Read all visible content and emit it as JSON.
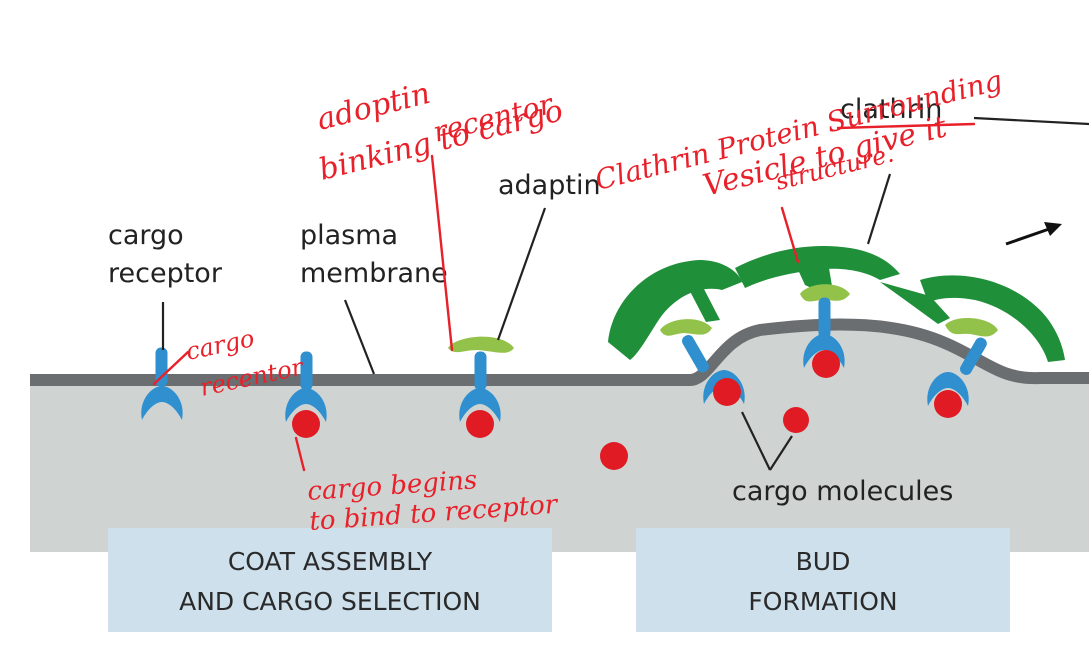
{
  "labels": {
    "cargo_receptor": [
      "cargo",
      "receptor"
    ],
    "plasma_membrane": [
      "plasma",
      "membrane"
    ],
    "adaptin": "adaptin",
    "clathrin": "clathrin",
    "cargo_molecules": "cargo molecules"
  },
  "stages": [
    {
      "lines": [
        "COAT ASSEMBLY",
        "AND CARGO SELECTION"
      ]
    },
    {
      "lines": [
        "BUD",
        "FORMATION"
      ]
    }
  ],
  "handwritten_notes": {
    "adaptin_note": [
      "adoptin",
      "binking to cargo",
      "recentor"
    ],
    "clathrin_note": [
      "Clathrin Protein Surrounding",
      "Vesicle to give it",
      "structure."
    ],
    "receptor_note": [
      "cargo",
      "recentor"
    ],
    "cargo_note": [
      "cargo begins",
      "to bind to receptor"
    ]
  },
  "colors": {
    "cytosol": "#cfd4d3",
    "membrane": "#6b6e70",
    "receptor": "#2f8fcf",
    "cargo": "#e01b24",
    "adaptin": "#93c24a",
    "clathrin": "#1f8f3a",
    "stage_box": "#cde0ec",
    "annotation": "#e8202a"
  }
}
